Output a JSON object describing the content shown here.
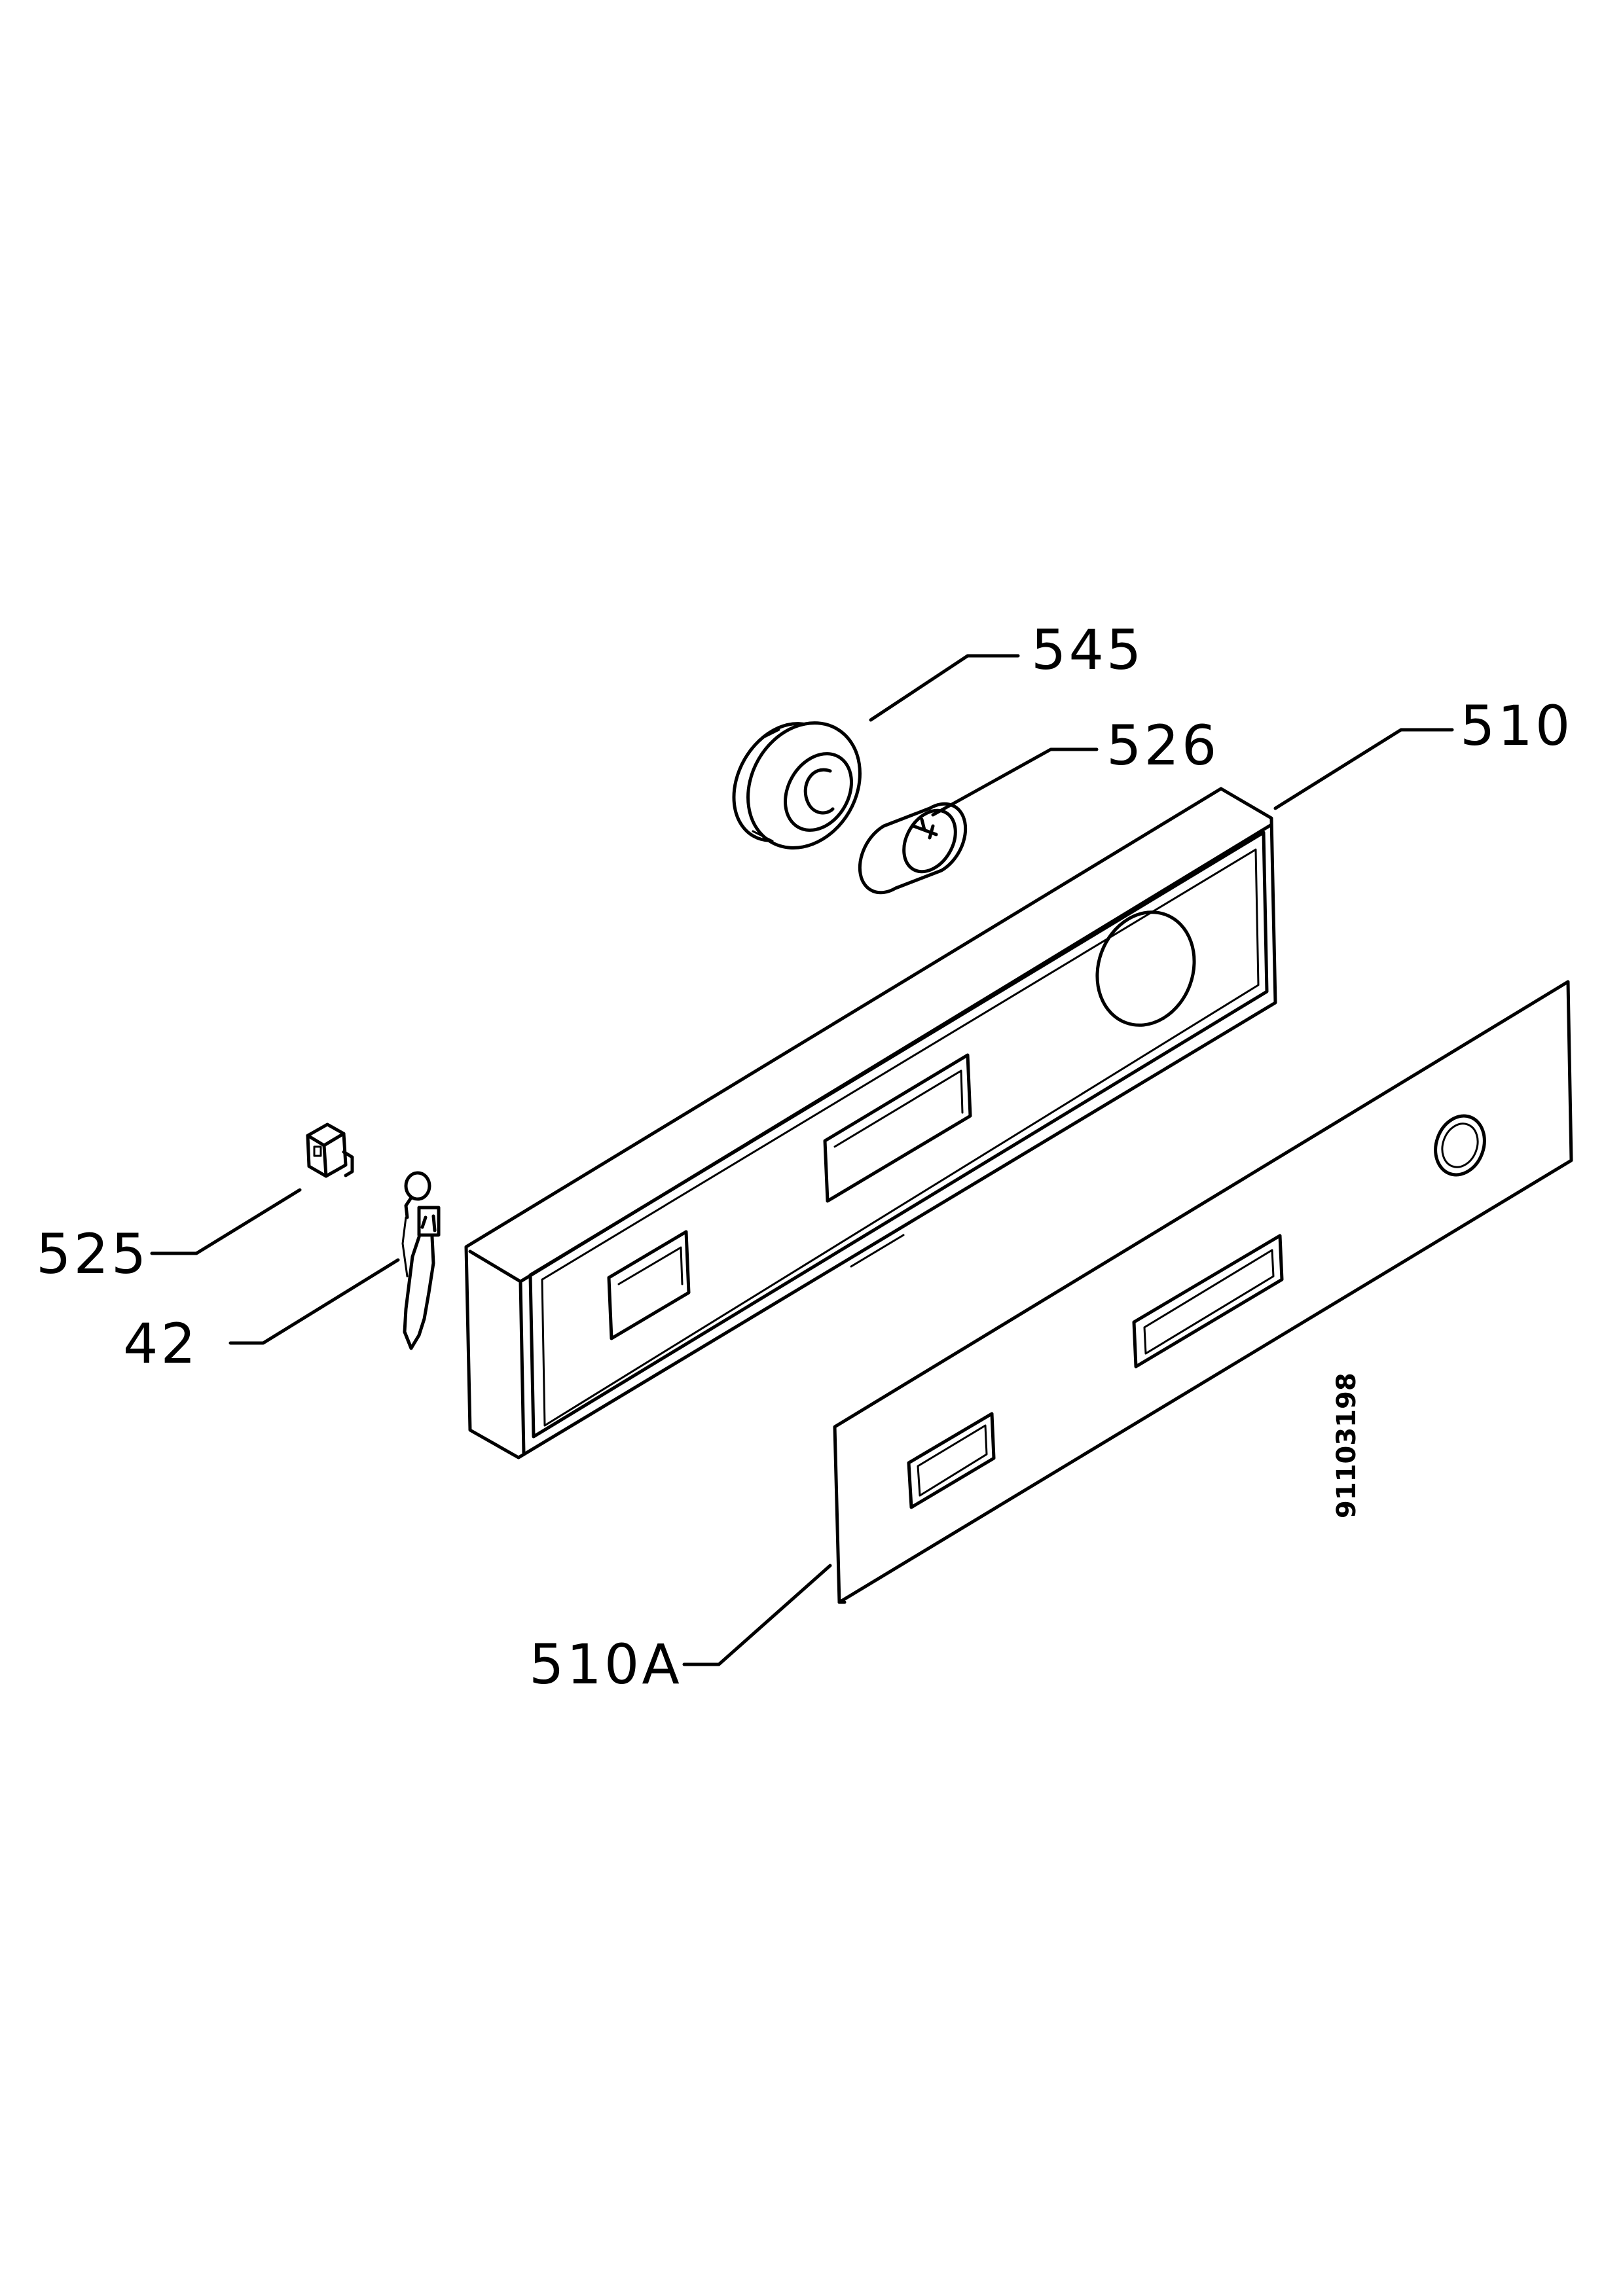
{
  "diagram": {
    "drawing_number": "91103198",
    "labels": {
      "p545": "545",
      "p526": "526",
      "p510": "510",
      "p525": "525",
      "p42": "42",
      "p510a": "510A"
    }
  }
}
